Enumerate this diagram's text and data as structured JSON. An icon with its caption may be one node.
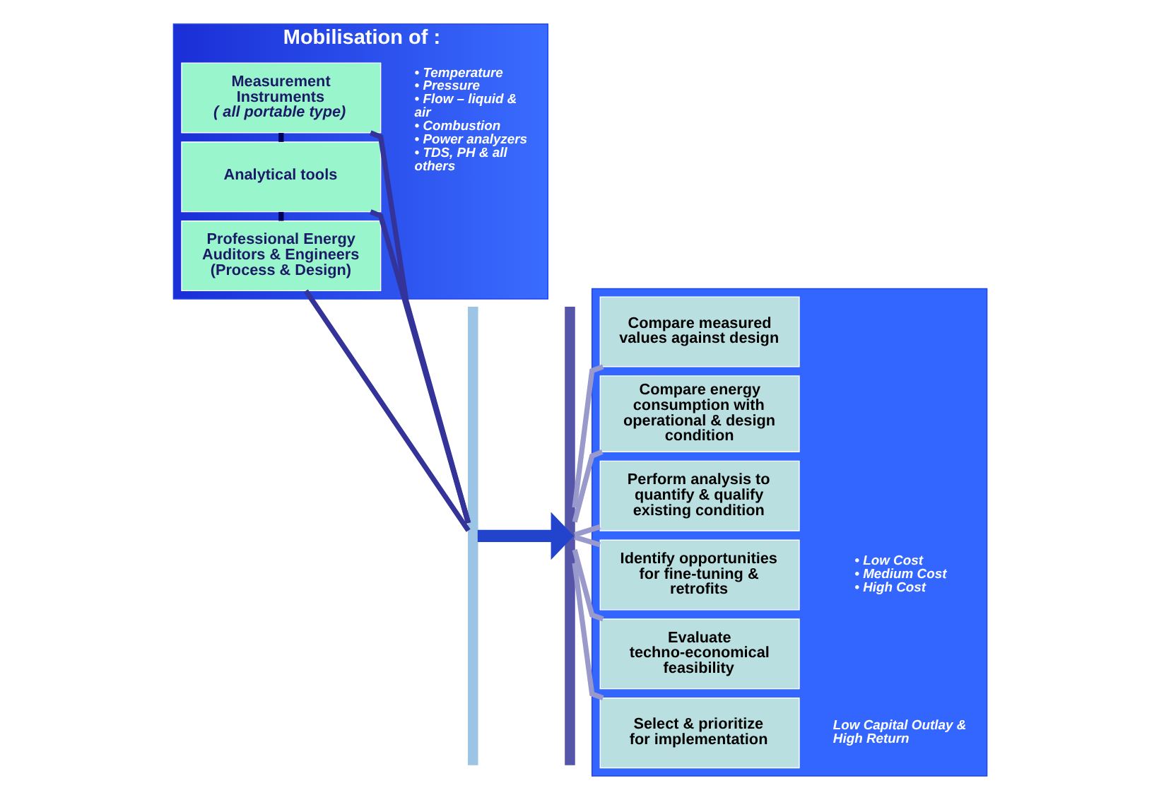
{
  "diagram": {
    "nodes": [
      {
        "text": [
          "Mobilisation of :"
        ]
      },
      {
        "text": [
          "Measurement Instruments",
          "( all portable type)"
        ],
        "in": 0,
        "beside": [
          "• Temperature",
          "• Pressure",
          "• Flow – liquid & air",
          "• Combustion",
          "• Power analyzers",
          "• TDS, PH & all others"
        ]
      },
      {
        "text": [
          "Analytical tools"
        ],
        "in": 0
      },
      {
        "text": [
          "Professional Energy Auditors & Engineers (Process & Design)"
        ],
        "in": 0
      },
      {
        "text": [],
        "shape": "bar"
      },
      {
        "text": [],
        "shape": "bar"
      },
      {
        "text": [],
        "shape": "box"
      },
      {
        "text": [
          "Compare measured values against design"
        ],
        "in": 6
      },
      {
        "text": [
          "Compare energy consumption with operational & design condition"
        ],
        "in": 6
      },
      {
        "text": [
          "Perform analysis to quantify & qualify existing condition"
        ],
        "in": 6
      },
      {
        "text": [
          "Identify opportunities for fine-tuning & retrofits"
        ],
        "in": 6,
        "beside": [
          "• Low Cost",
          "• Medium Cost",
          "• High Cost"
        ]
      },
      {
        "text": [
          "Evaluate techno-economical feasibility"
        ],
        "in": 6
      },
      {
        "text": [
          "Select & prioritize for implementation"
        ],
        "in": 6,
        "beside": [
          "Low Capital Outlay & High Return"
        ]
      }
    ],
    "edges": [
      {
        "from": 1,
        "to": 2,
        "arrow": "none",
        "color": "#000055"
      },
      {
        "from": 2,
        "to": 3,
        "arrow": "none",
        "color": "#000055"
      },
      {
        "from": 1,
        "to": 4,
        "arrow": "none",
        "color": "#333399"
      },
      {
        "from": 2,
        "to": 4,
        "arrow": "none",
        "color": "#333399"
      },
      {
        "from": 3,
        "to": 4,
        "arrow": "none",
        "color": "#333399"
      },
      {
        "from": 4,
        "to": 5,
        "arrow": "to",
        "style": "thick",
        "color": "#2244cc"
      },
      {
        "from": 5,
        "to": 7,
        "arrow": "none"
      },
      {
        "from": 5,
        "to": 8,
        "arrow": "none"
      },
      {
        "from": 5,
        "to": 9,
        "arrow": "none"
      },
      {
        "from": 5,
        "to": 10,
        "arrow": "none"
      },
      {
        "from": 5,
        "to": 11,
        "arrow": "none"
      },
      {
        "from": 5,
        "to": 12,
        "arrow": "none"
      }
    ]
  }
}
